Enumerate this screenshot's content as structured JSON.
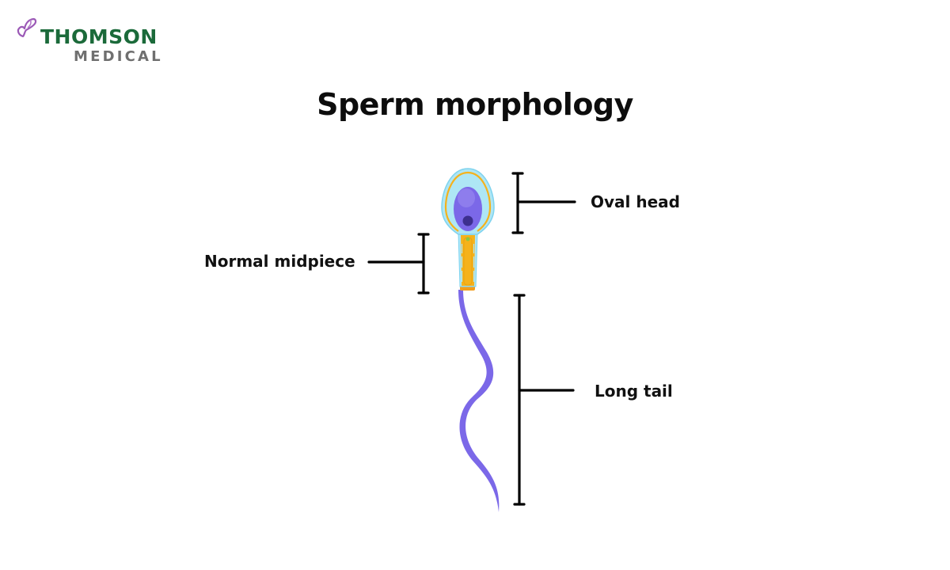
{
  "logo": {
    "primary_text": "THOMSON",
    "secondary_text": "MEDICAL",
    "icon": "butterfly-heart-icon",
    "colors": {
      "primary": "#1b6a3a",
      "secondary": "#6f6f6f",
      "icon": "#8e44ad"
    }
  },
  "title": "Sperm morphology",
  "diagram": {
    "subject": "sperm cell",
    "labels": {
      "head": "Oval head",
      "midpiece": "Normal midpiece",
      "tail": "Long tail"
    },
    "colors": {
      "head_outer": "#aee6f5",
      "head_rim": "#f5b21c",
      "nucleus": "#7b68e8",
      "nucleus_dot": "#3d2f8f",
      "midpiece": "#f5b21c",
      "midpiece_outline": "#7fd3ee",
      "tail": "#7b68e8",
      "bracket": "#000000"
    }
  }
}
